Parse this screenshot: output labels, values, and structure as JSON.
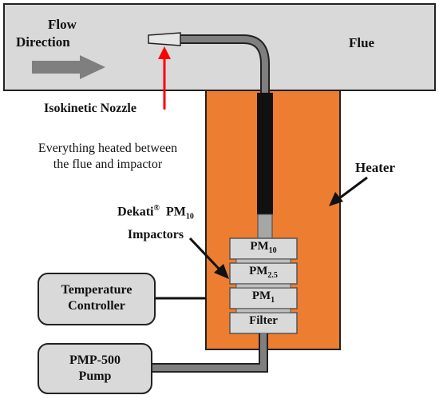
{
  "labels": {
    "flow_line1": "Flow",
    "flow_line2": "Direction",
    "flue": "Flue",
    "nozzle": "Isokinetic Nozzle",
    "heated_line1": "Everything heated between",
    "heated_line2": "the flue and impactor",
    "heater": "Heater",
    "dekati_line1": "Dekati",
    "dekati_reg": "®",
    "dekati_pm": "PM",
    "dekati_pm_sub": "10",
    "dekati_line2": "Impactors"
  },
  "impactor_stages": [
    {
      "main": "PM",
      "sub": "10"
    },
    {
      "main": "PM",
      "sub": "2.5"
    },
    {
      "main": "PM",
      "sub": "1"
    },
    {
      "main": "Filter",
      "sub": ""
    }
  ],
  "side_boxes": {
    "temp_line1": "Temperature",
    "temp_line2": "Controller",
    "pump_line1": "PMP-500",
    "pump_line2": "Pump"
  },
  "colors": {
    "flue_fill": "#d9d9d9",
    "heater_fill": "#ed7d31",
    "box_fill": "#d9d9d9",
    "arrow_red": "#ff0000",
    "tube_gray": "#7f7f7f",
    "probe_black": "#111111"
  }
}
